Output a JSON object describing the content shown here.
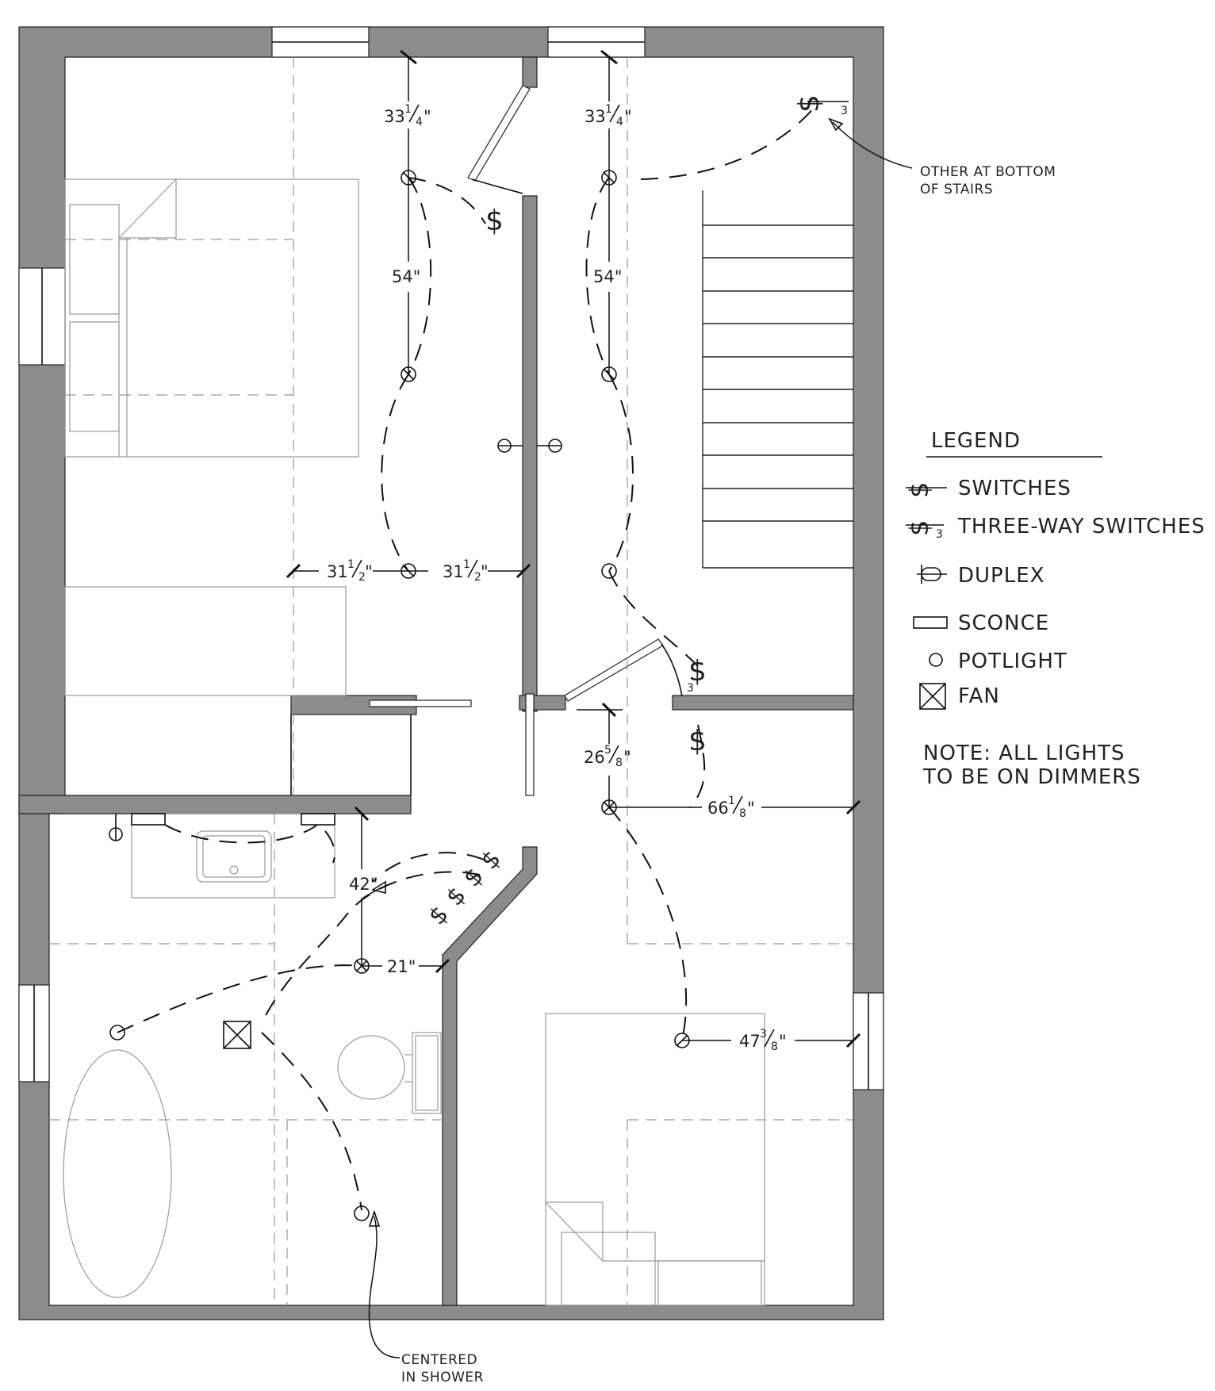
{
  "legend": {
    "title": "LEGEND",
    "items": [
      {
        "key": "switch",
        "label": "SWITCHES"
      },
      {
        "key": "three_way",
        "label": "THREE-WAY SWITCHES"
      },
      {
        "key": "duplex",
        "label": "DUPLEX"
      },
      {
        "key": "sconce",
        "label": "SCONCE"
      },
      {
        "key": "potlight",
        "label": "POTLIGHT"
      },
      {
        "key": "fan",
        "label": "FAN"
      }
    ],
    "note": [
      "NOTE: ALL LIGHTS",
      "TO BE ON DIMMERS"
    ]
  },
  "annotations": {
    "stairs_note": [
      "OTHER AT BOTTOM",
      "OF STAIRS"
    ],
    "shower_note": [
      "CENTERED",
      "IN SHOWER"
    ]
  },
  "dimensions": {
    "d_33_left": {
      "whole": "33",
      "num": "1",
      "den": "4",
      "unit": "\""
    },
    "d_33_right": {
      "whole": "33",
      "num": "1",
      "den": "4",
      "unit": "\""
    },
    "d_54_left": "54\"",
    "d_54_right": "54\"",
    "d_31_left": {
      "whole": "31",
      "num": "1",
      "den": "2",
      "unit": "\""
    },
    "d_31_right": {
      "whole": "31",
      "num": "1",
      "den": "2",
      "unit": "\""
    },
    "d_26": {
      "whole": "26",
      "num": "5",
      "den": "8",
      "unit": "\""
    },
    "d_66": {
      "whole": "66",
      "num": "1",
      "den": "8",
      "unit": "\""
    },
    "d_42": "42\"",
    "d_21": "21\"",
    "d_47": {
      "whole": "47",
      "num": "3",
      "den": "8",
      "unit": "\""
    }
  },
  "symbol_text": {
    "three_way_sub": "3",
    "switch_glyph": "$"
  }
}
